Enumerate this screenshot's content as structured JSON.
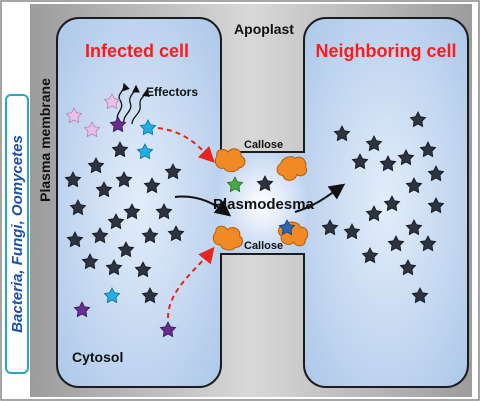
{
  "labels": {
    "apoplast": "Apoplast",
    "plasma_membrane": "Plasma membrane",
    "infected_cell": "Infected cell",
    "neighboring_cell": "Neighboring cell",
    "effectors": "Effectors",
    "callose_top": "Callose",
    "callose_bottom": "Callose",
    "plasmodesma": "Plasmodesma",
    "cytosol": "Cytosol",
    "pathogens": "Bacteria, Fungi, Oomycetes"
  },
  "colors": {
    "title_red": "#ff1a1a",
    "pathogen_text": "#1a4fb0",
    "callose_orange": "#f08a24",
    "arrow_red": "#e8241f",
    "cell_fill": "#c9dcf3",
    "apoplast_gray": "#a9a9a9",
    "molecule_dark": "#2d3440",
    "molecule_purple": "#6a2c8c",
    "molecule_pink": "#e7b6e2",
    "molecule_cyan": "#1eb0e6",
    "molecule_green": "#48a844",
    "molecule_blue": "#2b67b8"
  },
  "icons": [
    "effector-molecule-icon",
    "callose-protein-icon",
    "transport-arrow-icon"
  ]
}
